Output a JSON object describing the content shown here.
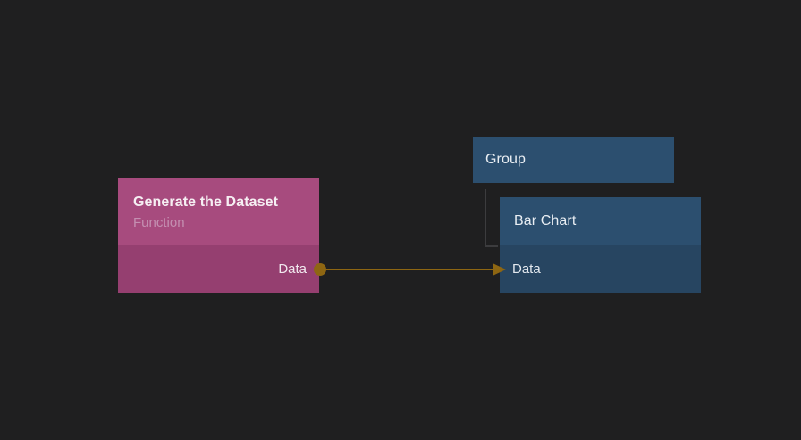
{
  "canvas": {
    "background": "#1f1f20"
  },
  "colors": {
    "bg": "#1f1f20",
    "pink_header": "#a74b7e",
    "pink_body": "#953f70",
    "blue_header": "#2c4f6f",
    "blue_body": "#274561",
    "wire": "#8e6612",
    "tree_line": "#3c3c3e"
  },
  "nodes": {
    "generate_dataset": {
      "title": "Generate the Dataset",
      "subtitle": "Function",
      "outputs": [
        {
          "label": "Data"
        }
      ]
    },
    "group": {
      "title": "Group"
    },
    "bar_chart": {
      "title": "Bar Chart",
      "inputs": [
        {
          "label": "Data"
        }
      ]
    }
  },
  "connections": [
    {
      "from_node": "Generate the Dataset",
      "from_port": "Data",
      "to_node": "Bar Chart",
      "to_port": "Data",
      "color": "#8e6612"
    }
  ]
}
